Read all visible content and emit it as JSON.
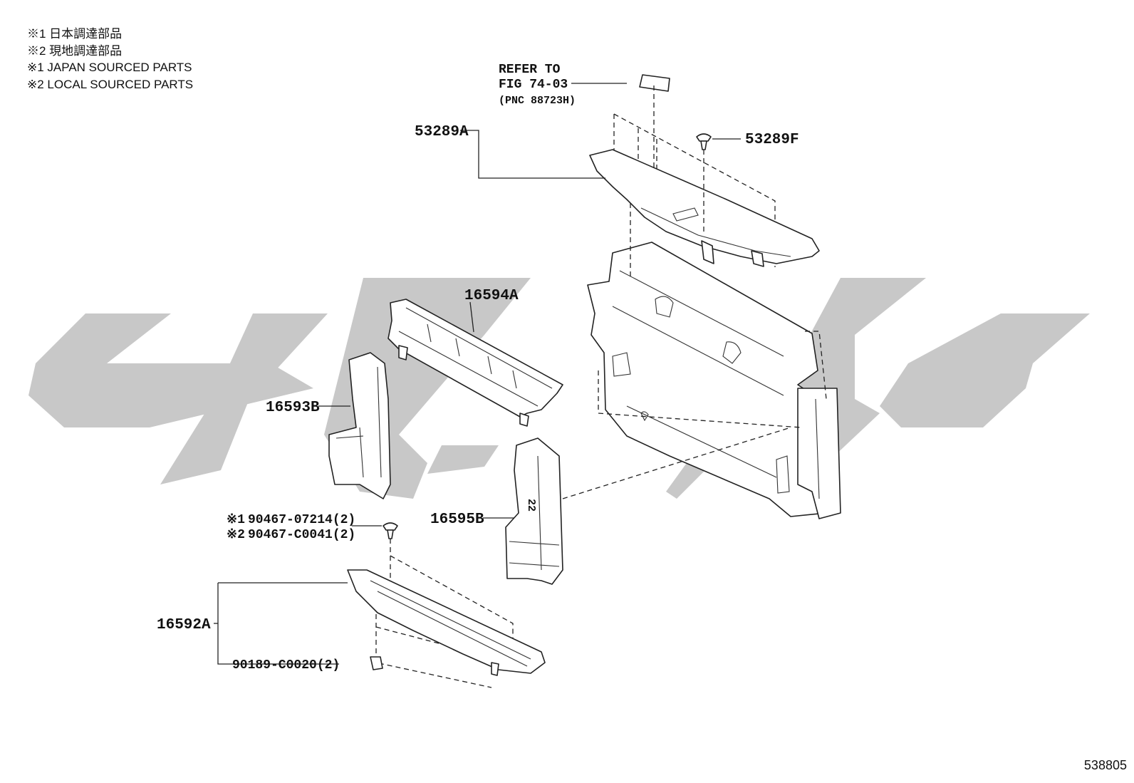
{
  "legend": {
    "line1": "※1 日本調達部品",
    "line2": "※2 現地調達部品",
    "line3": "※1 JAPAN SOURCED PARTS",
    "line4": "※2 LOCAL SOURCED PARTS"
  },
  "refer": {
    "line1": "REFER TO",
    "line2": "FIG 74-03",
    "line3": "(PNC 88723H)"
  },
  "parts": {
    "p53289A": "53289A",
    "p53289F": "53289F",
    "p16594A": "16594A",
    "p16593B": "16593B",
    "p16595B": "16595B",
    "p16592A": "16592A",
    "clip1_mark": "※1",
    "clip1_num": "90467-07214(2)",
    "clip2_mark": "※2",
    "clip2_num": "90467-C0041(2)",
    "clip3_num": "90189-C0020(2)",
    "duct_mark": "22"
  },
  "footer": {
    "illustration_code": "538805"
  },
  "colors": {
    "watermark": "#c8c8c8",
    "line": "#222222",
    "background": "#ffffff"
  }
}
